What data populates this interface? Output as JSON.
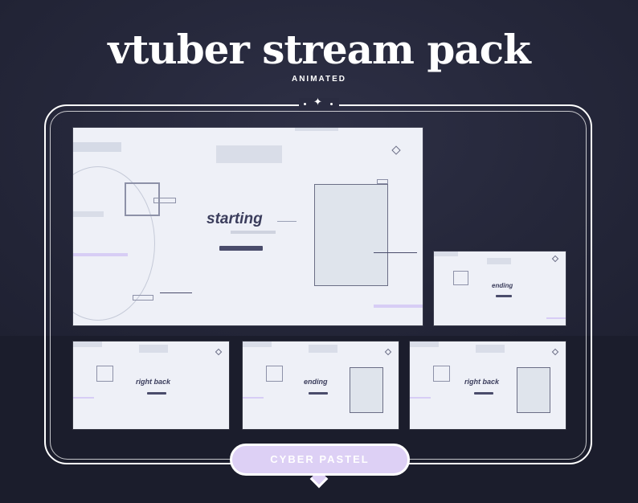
{
  "header": {
    "title": "vtuber stream pack",
    "subtitle": "ANIMATED"
  },
  "screens": {
    "main_word": "starting",
    "side_word": "ending",
    "bottom": [
      {
        "word": "right back"
      },
      {
        "word": "ending"
      },
      {
        "word": "right back"
      }
    ]
  },
  "badge": {
    "label": "CYBER PASTEL",
    "color": "#ddd0f5"
  },
  "colors": {
    "background": "#232536",
    "screen": "#eef0f7",
    "accent": "#3b3d5c",
    "lavender": "#c9b8f0"
  },
  "icons": [
    "sparkle-icon",
    "diamond-icon"
  ]
}
